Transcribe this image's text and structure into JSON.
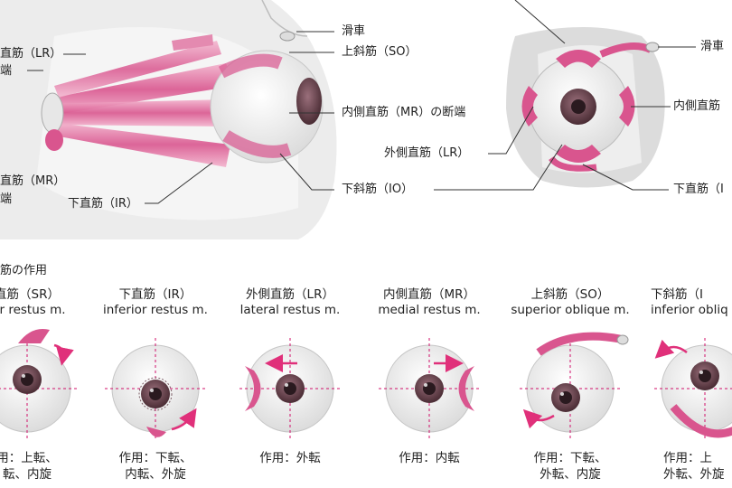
{
  "top_left_labels": {
    "lr": "直筋（LR）",
    "cut_end_1": "端",
    "mr": "直筋（MR）",
    "cut_end_2": "端",
    "ir": "下直筋（IR）",
    "trochlea": "滑車",
    "so": "上斜筋（SO）",
    "mr_cut": "内側直筋（MR）の断端",
    "io": "下斜筋（IO）"
  },
  "top_right_labels": {
    "trochlea": "滑車",
    "mr": "内側直筋",
    "lr": "外側直筋（LR）",
    "ir": "下直筋（I"
  },
  "section_title": "筋の作用",
  "columns": [
    {
      "jp": "直筋（SR）",
      "en": "ior restus m.",
      "action1": "用：上転、",
      "action2": "転、内旋"
    },
    {
      "jp": "下直筋（IR）",
      "en": "inferior restus m.",
      "action1": "作用：下転、",
      "action2": "内転、外旋"
    },
    {
      "jp": "外側直筋（LR）",
      "en": "lateral restus m.",
      "action1": "作用：外転",
      "action2": ""
    },
    {
      "jp": "内側直筋（MR）",
      "en": "medial restus m.",
      "action1": "作用：内転",
      "action2": ""
    },
    {
      "jp": "上斜筋（SO）",
      "en": "superior oblique m.",
      "action1": "作用：下転、",
      "action2": "外転、内旋"
    },
    {
      "jp": "下斜筋（I",
      "en": "inferior obliq",
      "action1": "作用：上",
      "action2": "外転、外旋"
    }
  ],
  "colors": {
    "muscle": "#d9558e",
    "muscle_light": "#f0a9c7",
    "arrow": "#e0307a",
    "guide": "#d0106a",
    "iris": "#6b4750",
    "bone": "#e6e6e6"
  }
}
